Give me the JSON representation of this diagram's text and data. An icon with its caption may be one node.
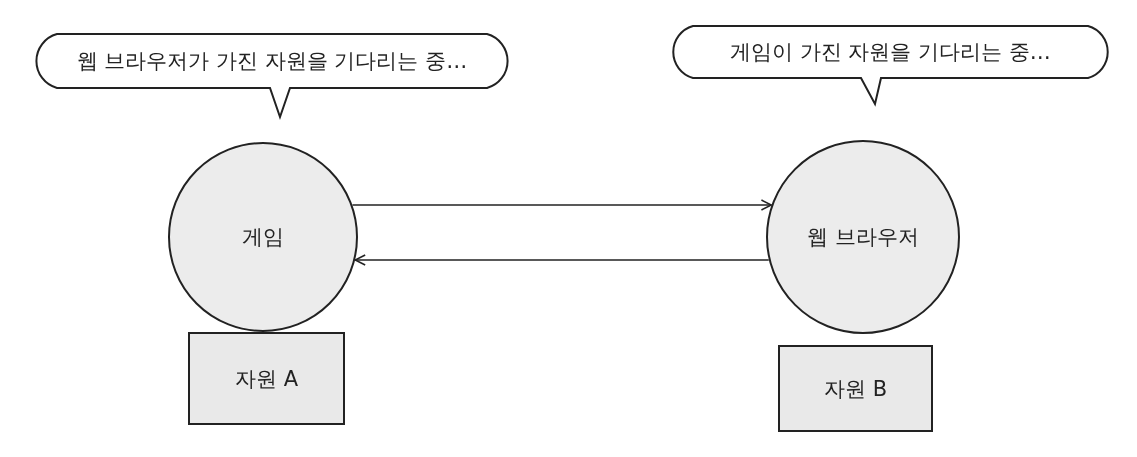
{
  "diagram": {
    "nodes": [
      {
        "text": [
          "웹 브라우저가 가진 자원을 기다리는 중…"
        ]
      },
      {
        "text": [
          "게임"
        ]
      },
      {
        "text": [
          "자원 A"
        ]
      },
      {
        "text": [
          "게임이 가진 자원을 기다리는 중…"
        ]
      },
      {
        "text": [
          "웹 브라우저"
        ]
      },
      {
        "text": [
          "자원 B"
        ]
      }
    ],
    "edges": [
      {
        "from": 1,
        "to": 4,
        "arrow": "to"
      },
      {
        "from": 4,
        "to": 1,
        "arrow": "to"
      }
    ]
  }
}
